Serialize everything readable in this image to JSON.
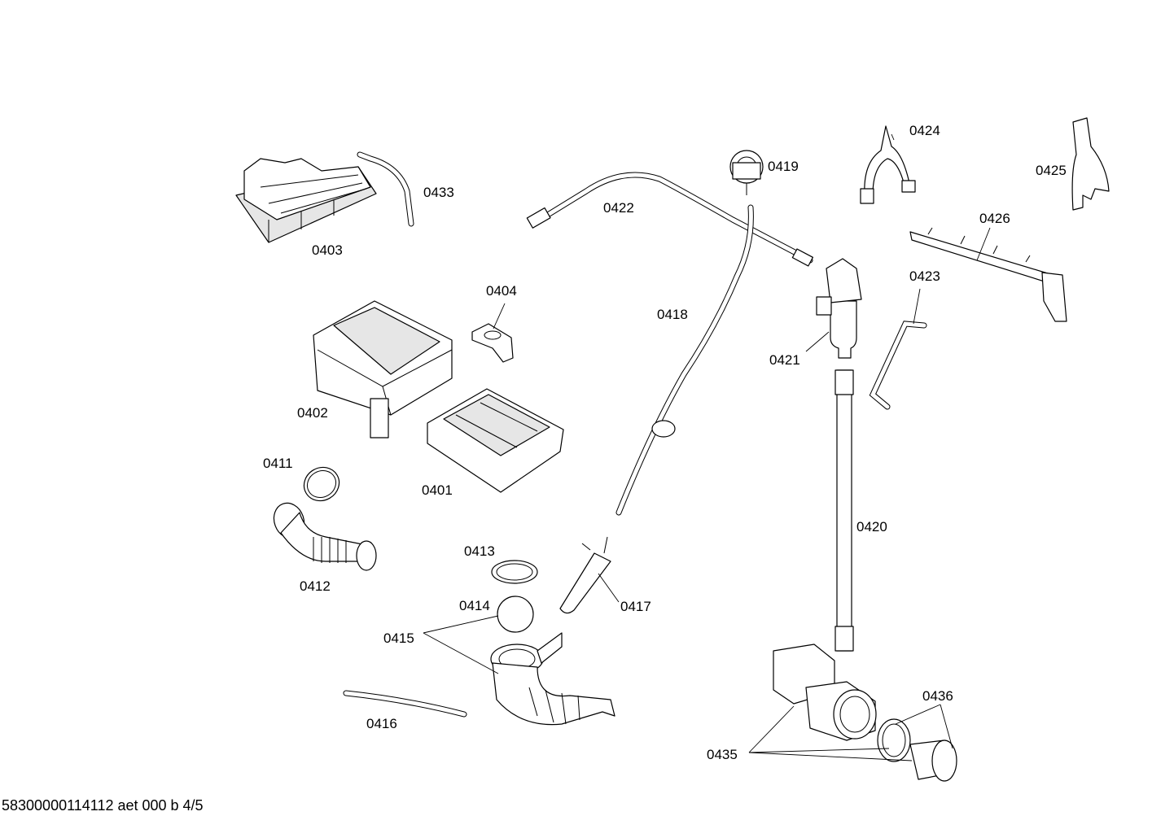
{
  "diagram": {
    "labels": {
      "p0401": "0401",
      "p0402": "0402",
      "p0403": "0403",
      "p0404": "0404",
      "p0411": "0411",
      "p0412": "0412",
      "p0413": "0413",
      "p0414": "0414",
      "p0415": "0415",
      "p0416": "0416",
      "p0417": "0417",
      "p0418": "0418",
      "p0419": "0419",
      "p0420": "0420",
      "p0421": "0421",
      "p0422": "0422",
      "p0423": "0423",
      "p0424": "0424",
      "p0425": "0425",
      "p0426": "0426",
      "p0433": "0433",
      "p0435": "0435",
      "p0436": "0436"
    },
    "footer": "58300000114112 aet 000 b 4/5"
  }
}
